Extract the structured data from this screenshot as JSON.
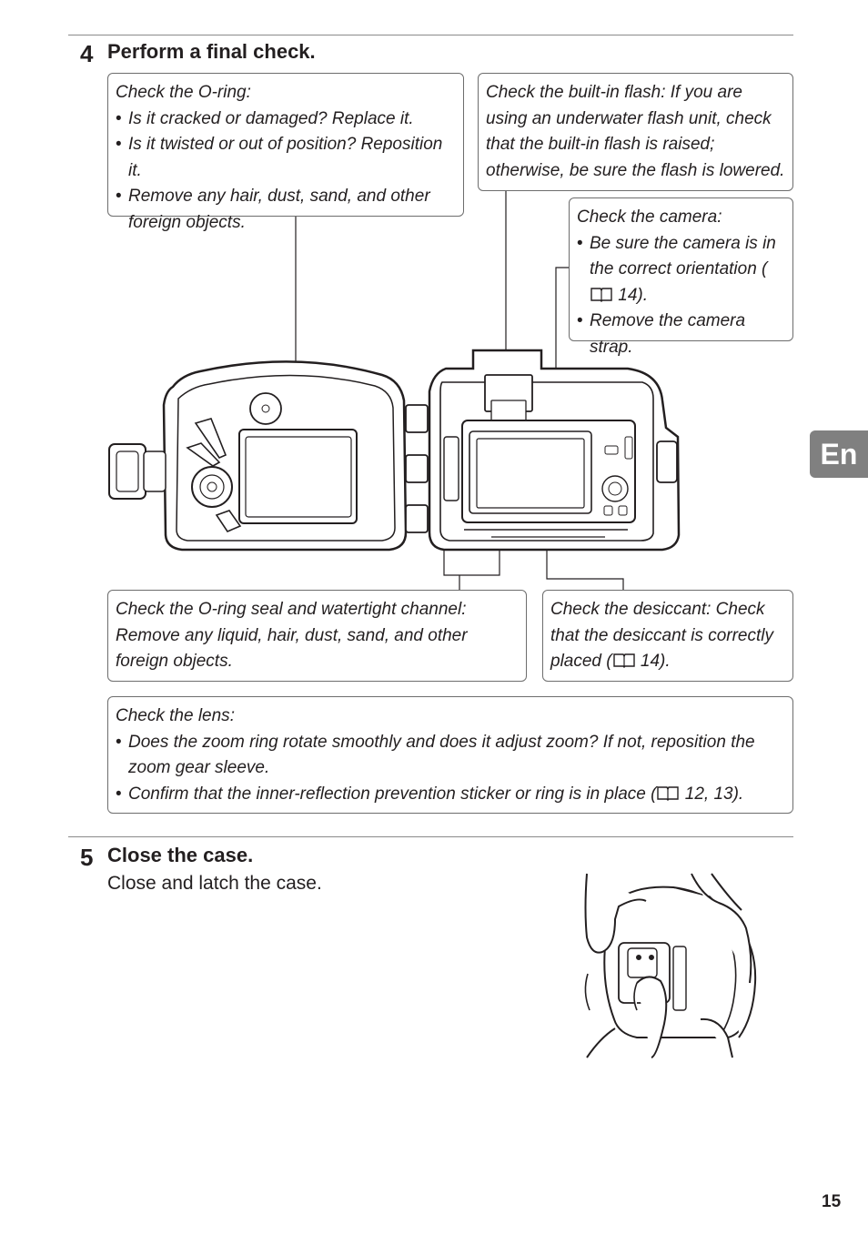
{
  "tab": {
    "label": "En"
  },
  "page_number": "15",
  "step4": {
    "number": "4",
    "title": "Perform a final check.",
    "callouts": {
      "oring": {
        "head": "Check the O-ring",
        "items": [
          "Is it cracked or damaged?  Replace it.",
          "Is it twisted or out of position?  Reposition it.",
          "Remove any hair, dust, sand, and other foreign objects."
        ]
      },
      "flash": {
        "head": "Check the built-in flash",
        "text": ": If you are using an underwater flash unit, check that the built-in flash is raised; otherwise, be sure the flash is lowered."
      },
      "camera": {
        "head": "Check the camera",
        "item1": "Be sure the camera is in the correct orientation",
        "item1_ref": " 14).",
        "item2": "Remove the camera strap."
      },
      "seal": {
        "head": "Check the O-ring seal and watertight channel",
        "text": ": Remove any liquid, hair, dust, sand, and other foreign objects."
      },
      "desiccant": {
        "head": "Check the desiccant",
        "text": ": Check that the desiccant is correctly placed (",
        "ref": " 14)."
      },
      "lens": {
        "head": "Check the lens",
        "item1": "Does the zoom ring rotate smoothly and does it adjust zoom?  If not, reposition the zoom gear sleeve.",
        "item2": "Confirm that the inner-reflection prevention sticker or ring is in place (",
        "item2_ref": " 12, 13)."
      }
    }
  },
  "step5": {
    "number": "5",
    "title": "Close the case.",
    "body": "Close and latch the case."
  }
}
